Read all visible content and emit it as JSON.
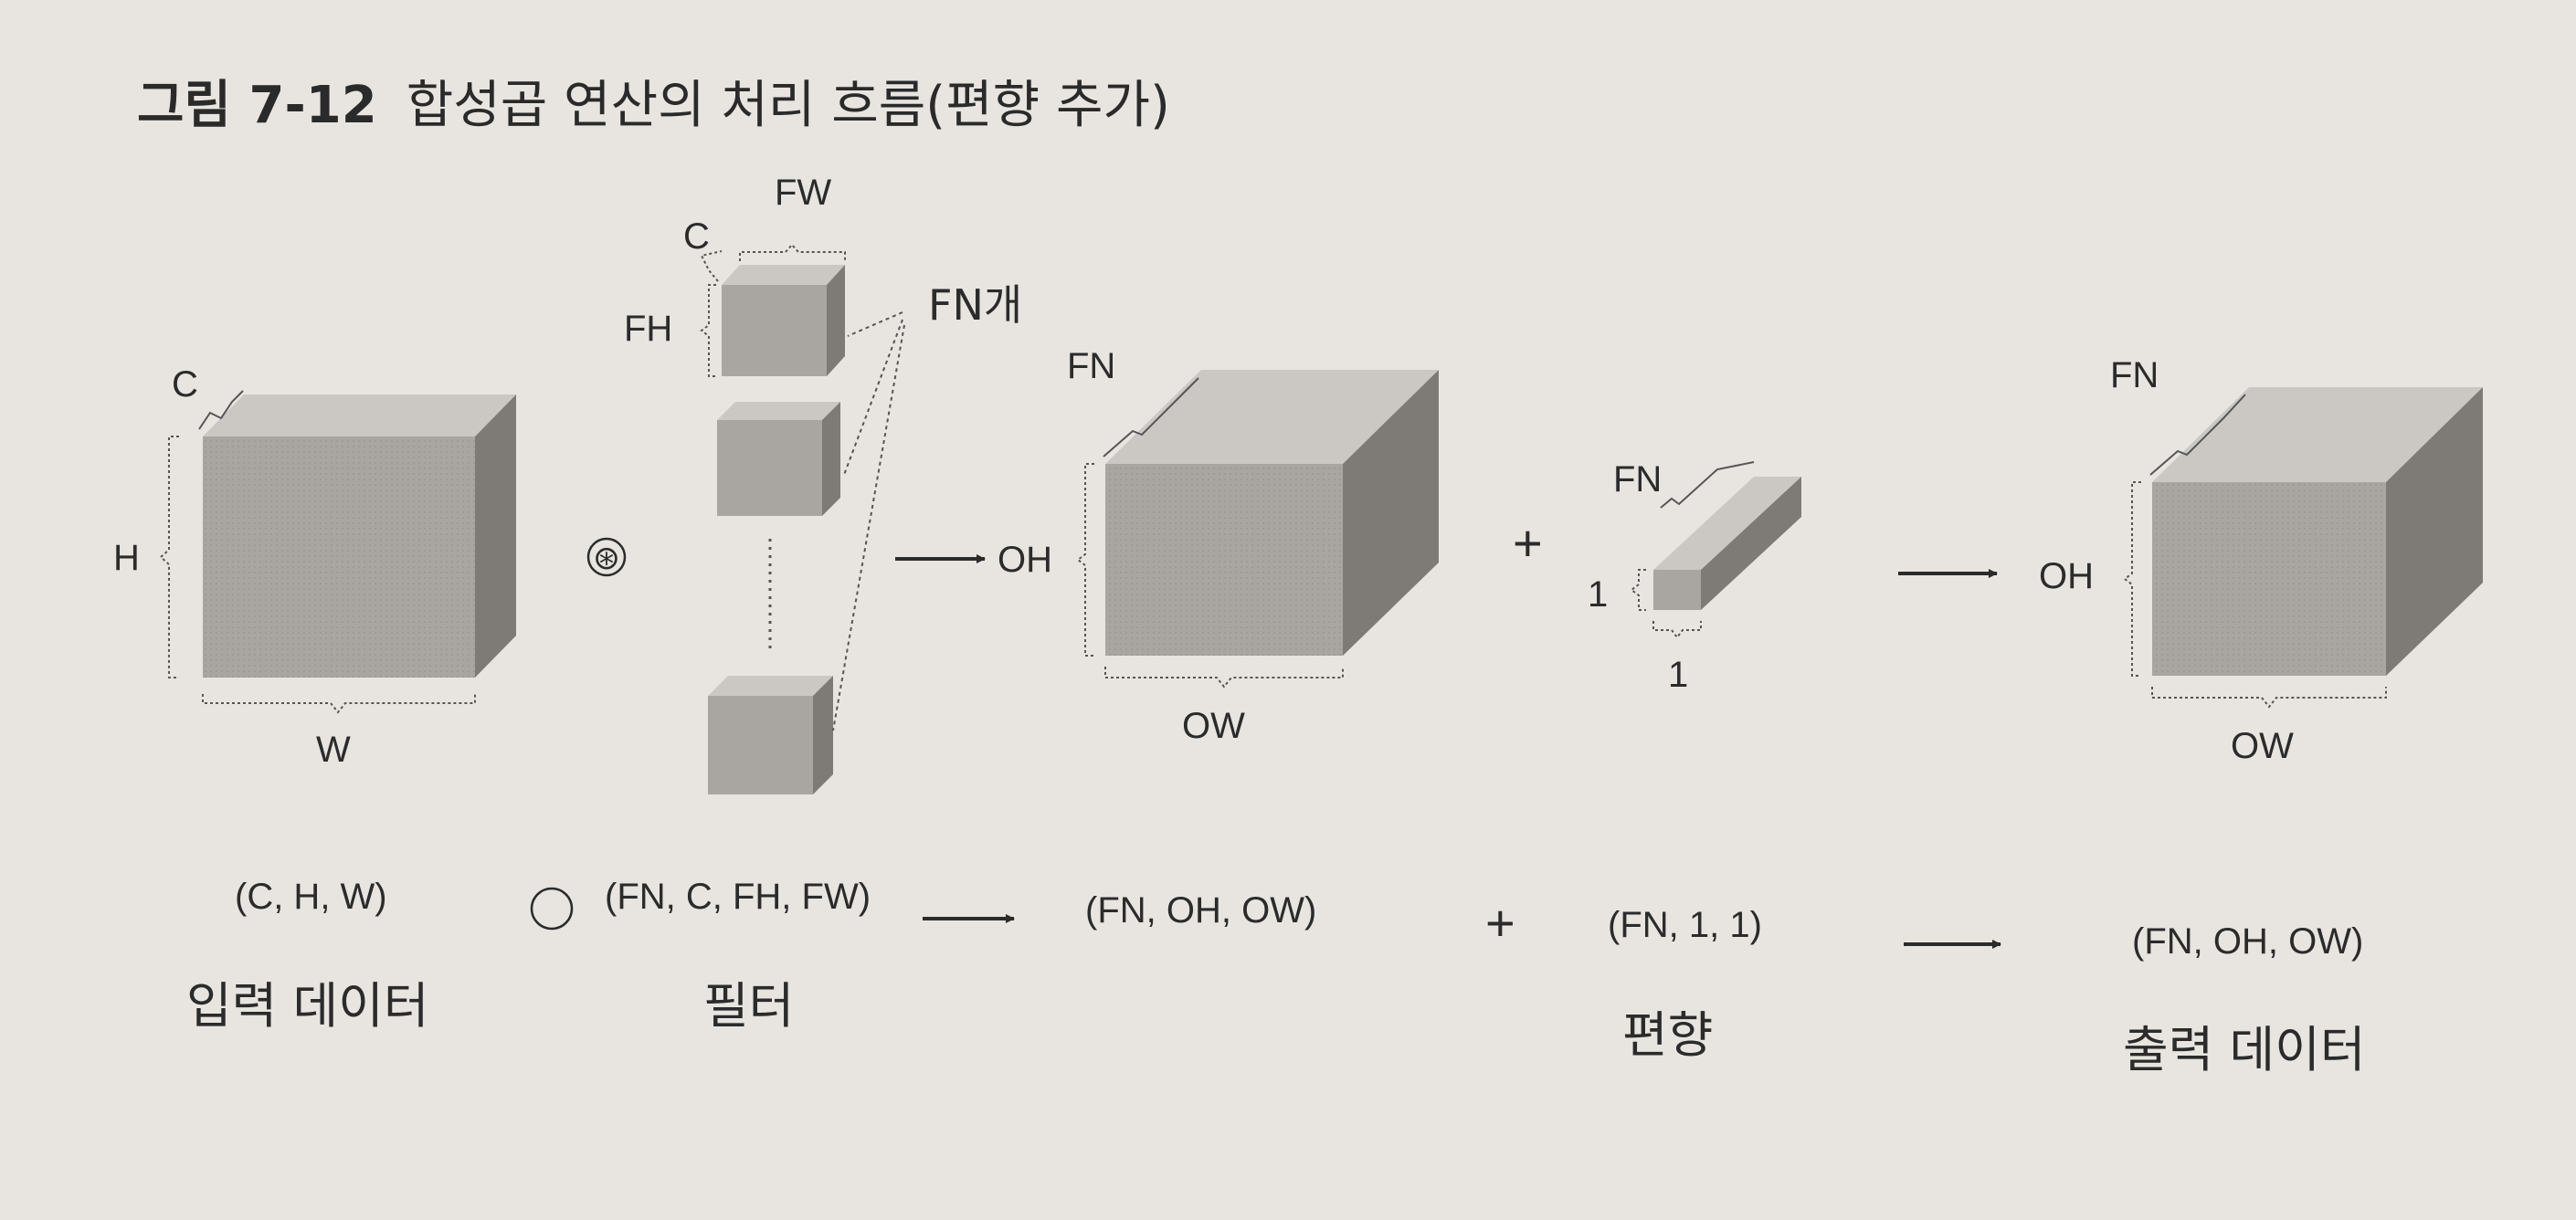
{
  "figure": {
    "number": "그림 7-12",
    "caption": "합성곱 연산의 처리 흐름(편향 추가)"
  },
  "input": {
    "dims": {
      "c": "C",
      "h": "H",
      "w": "W"
    },
    "shape": "(C, H, W)",
    "name": "입력 데이터"
  },
  "filter": {
    "dims": {
      "fw": "FW",
      "c": "C",
      "fh": "FH"
    },
    "count_label": "FN개",
    "shape": "(FN, C, FH, FW)",
    "name": "필터"
  },
  "intermediate": {
    "dims": {
      "fn": "FN",
      "oh": "OH",
      "ow": "OW"
    },
    "shape": "(FN, OH, OW)"
  },
  "bias": {
    "dims": {
      "fn": "FN",
      "one_h": "1",
      "one_w": "1"
    },
    "shape": "(FN, 1, 1)",
    "name": "편향"
  },
  "output": {
    "dims": {
      "fn": "FN",
      "oh": "OH",
      "ow": "OW"
    },
    "shape": "(FN, OH, OW)",
    "name": "출력 데이터"
  },
  "operators": {
    "conv": "⊛",
    "plus": "+"
  },
  "colors": {
    "front": "#a9a6a2",
    "top": "#cbc8c4",
    "side": "#7e7b77",
    "ink": "#2b2b2b",
    "background": "#e8e5e0"
  }
}
